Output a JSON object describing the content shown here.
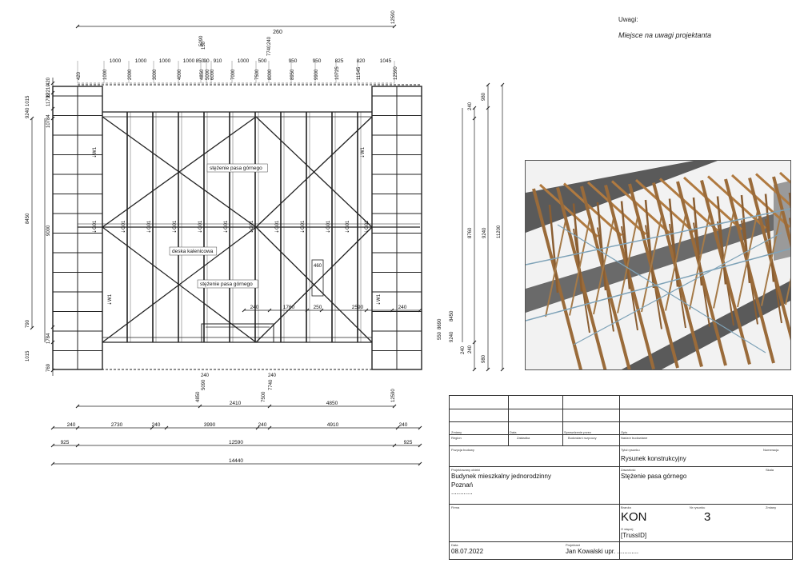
{
  "notes": {
    "title": "Uwagi:",
    "body": "Miejsce na uwagi projektanta"
  },
  "plan": {
    "top_overall": "260",
    "top_overall_end": "12590",
    "top_spacings": [
      "1000",
      "1000",
      "1000",
      "1000",
      "850",
      "90",
      "910",
      "1000",
      "500",
      "950",
      "950",
      "825",
      "820",
      "1045"
    ],
    "top_rotated": [
      "420",
      "1000",
      "2000",
      "3000",
      "4000",
      "4850",
      "5000",
      "6000",
      "7000",
      "7500",
      "8000",
      "8950",
      "9900",
      "10725",
      "11545",
      "12590"
    ],
    "top_extra_rotated": [
      "5090",
      "150",
      "240",
      "7740"
    ],
    "left_rotated": [
      "420",
      "12210",
      "11799",
      "1015",
      "9240",
      "10784",
      "8450",
      "9000",
      "790",
      "1015",
      "1784",
      "769"
    ],
    "right_rotated": [
      "240",
      "980",
      "8760",
      "9240",
      "11200",
      "240",
      "980",
      "8450",
      "8690",
      "550",
      "240",
      "9240"
    ],
    "inner_spacings": [
      "240",
      "1760",
      "250",
      "2590",
      "240"
    ],
    "inner_rotated": [
      "460"
    ],
    "bottom_rotated": [
      "4850",
      "5090",
      "7500",
      "7740",
      "12590"
    ],
    "bottom_small": [
      "240",
      "240"
    ],
    "row1": [
      "2410",
      "4850"
    ],
    "row2": [
      "240",
      "2730",
      "240",
      "3990",
      "240",
      "4910",
      "240"
    ],
    "row3": [
      "925",
      "12590",
      "925"
    ],
    "row4": [
      "14440"
    ],
    "labels": [
      "stężenie pasa górnego",
      "deska kalenicowa",
      "stężenie pasa górnego"
    ],
    "tags": [
      "W1",
      "W1",
      "W1",
      "W1",
      "G01",
      "G01",
      "G01",
      "G01",
      "G01",
      "G01",
      "G01",
      "G01",
      "G01",
      "G01",
      "G01",
      "G01"
    ]
  },
  "titleblock": {
    "row1_labels": [
      "Zmiany",
      "Data",
      "Sprawdzenie przez",
      "Opis"
    ],
    "row2_labels": [
      "Region",
      "Zakładka",
      "Budowlani rozpoczy",
      "Nadzór budowlane"
    ],
    "row3_left_label": "Pozycja budowy",
    "row3_right_label": "Tytuł rysunku",
    "row3_right_label2": "Numeracja",
    "drawing_title": "Rysunek konstrukcyjny",
    "project_label": "Projektowany obiekt",
    "content_label": "Zawartość",
    "scale_label": "Skala",
    "project_name": "Budynek mieszkalny jednorodzinny",
    "project_city": "Poznań",
    "project_dots": "............",
    "content_value": "Stężenie pasa górnego",
    "firm_label": "Firma",
    "branch_label": "Branża",
    "sheet_label": "Nr rysunku",
    "changes_label": "Zmiany",
    "branch_value": "KON",
    "sheet_value": "3",
    "source_label": "O więcej",
    "source_value": "[TrussID]",
    "date_label": "Data",
    "date_value": "08.07.2022",
    "designer_label": "Projektant",
    "designer_value": "Jan Kowalski upr. ............"
  }
}
